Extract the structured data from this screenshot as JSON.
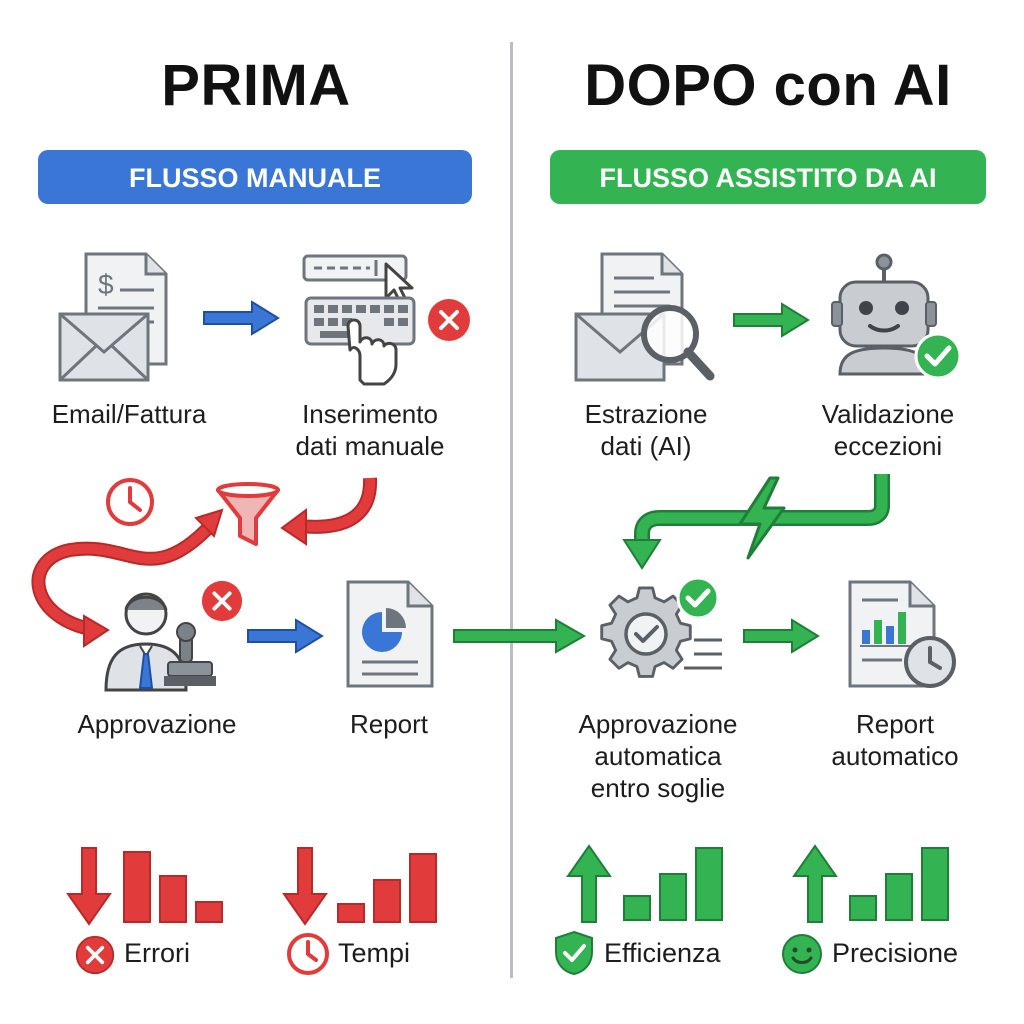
{
  "before": {
    "title": "PRIMA",
    "banner": "FLUSSO MANUALE",
    "steps": {
      "email": "Email/Fattura",
      "entry_line1": "Inserimento",
      "entry_line2": "dati manuale",
      "approval": "Approvazione",
      "report": "Report"
    },
    "metrics": {
      "errors": "Errori",
      "times": "Tempi"
    },
    "icons": {
      "dollar": "$"
    }
  },
  "after": {
    "title": "DOPO con AI",
    "banner": "FLUSSO ASSISTITO DA AI",
    "steps": {
      "extract_line1": "Estrazione",
      "extract_line2": "dati (AI)",
      "validate_line1": "Validazione",
      "validate_line2": "eccezioni",
      "auto_line1": "Approvazione",
      "auto_line2": "automatica",
      "auto_line3": "entro soglie",
      "report_line1": "Report",
      "report_line2": "automatico"
    },
    "metrics": {
      "efficiency": "Efficienza",
      "precision": "Precisione"
    }
  },
  "colors": {
    "blue": "#3a76d6",
    "green": "#2fae4e",
    "red": "#e23b3b",
    "gray_icon": "#8c9299",
    "light_gray": "#e6e8eb",
    "divider": "#b9bec4"
  }
}
